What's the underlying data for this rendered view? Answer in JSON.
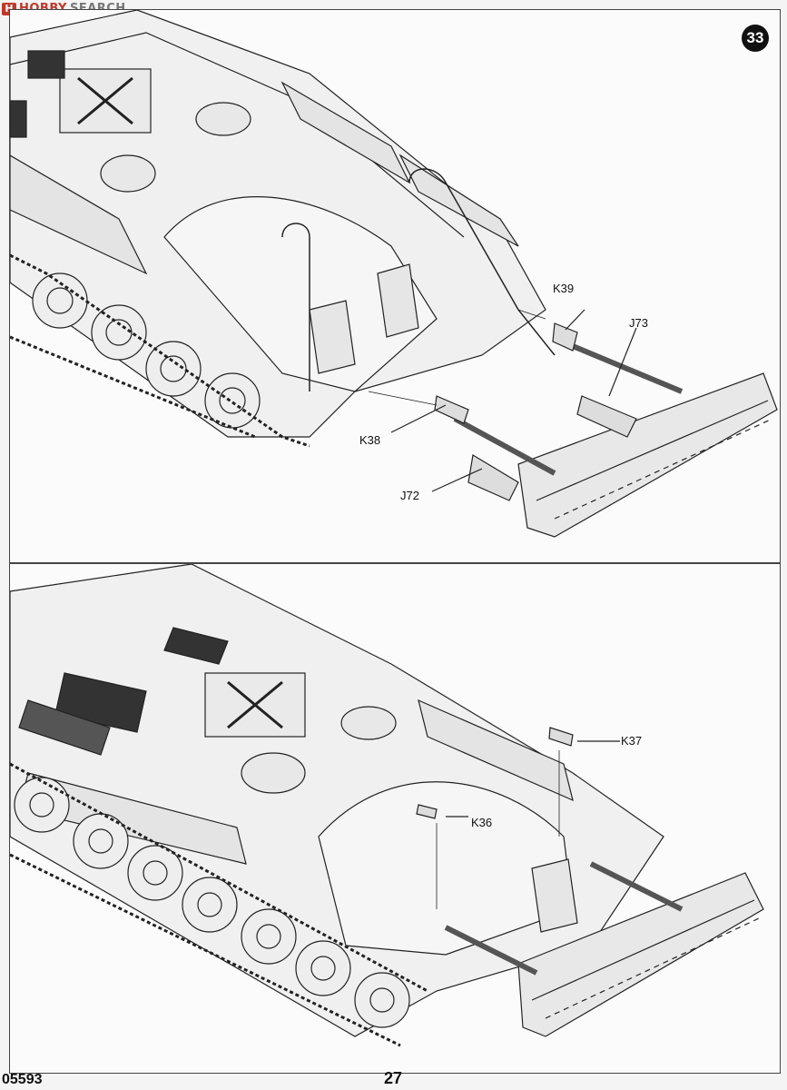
{
  "watermark": {
    "logo_letter": "H",
    "text_a": "HOBBY",
    "text_b": "SEARCH"
  },
  "step": {
    "number": "33"
  },
  "top_panel": {
    "callouts": {
      "k39": "K39",
      "j73": "J73",
      "k38": "K38",
      "j72": "J72"
    }
  },
  "bottom_panel": {
    "callouts": {
      "k37": "K37",
      "k36": "K36"
    }
  },
  "footer": {
    "kit_code": "05593",
    "page_number": "27"
  }
}
